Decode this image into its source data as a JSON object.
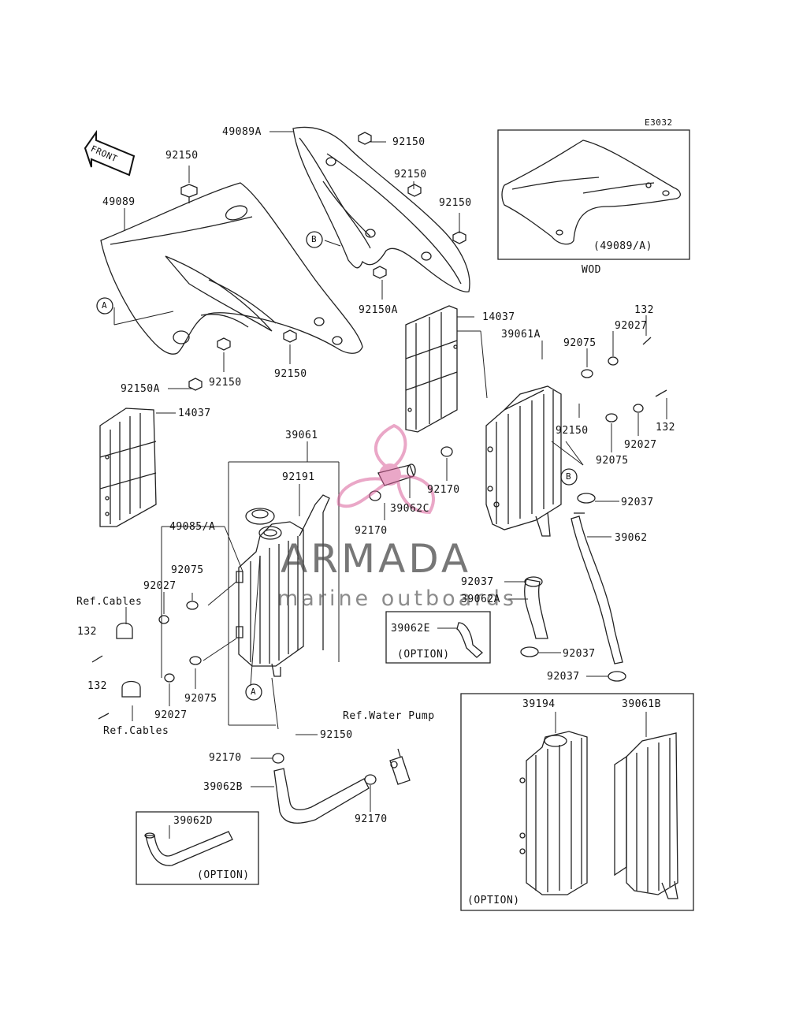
{
  "diagram_code": "E3032",
  "front_label": "FRONT",
  "wod_label": "WOD",
  "option_label": "(OPTION)",
  "ref_cables": "Ref.Cables",
  "ref_water_pump": "Ref.Water Pump",
  "watermark": {
    "title": "ARMADA",
    "subtitle": "marine outboards"
  },
  "callouts": {
    "a": "A",
    "b": "B"
  },
  "parts": {
    "p49089": "49089",
    "p49089A": "49089A",
    "p49089_paren": "(49089/A)",
    "p92150": "92150",
    "p92150A": "92150A",
    "p14037": "14037",
    "p39061": "39061",
    "p39061A": "39061A",
    "p39061B": "39061B",
    "p92191": "92191",
    "p49085A": "49085/A",
    "p92075": "92075",
    "p92027": "92027",
    "p132": "132",
    "p92170": "92170",
    "p39062": "39062",
    "p39062A": "39062A",
    "p39062B": "39062B",
    "p39062C": "39062C",
    "p39062D": "39062D",
    "p39062E": "39062E",
    "p92037": "92037",
    "p39194": "39194"
  }
}
